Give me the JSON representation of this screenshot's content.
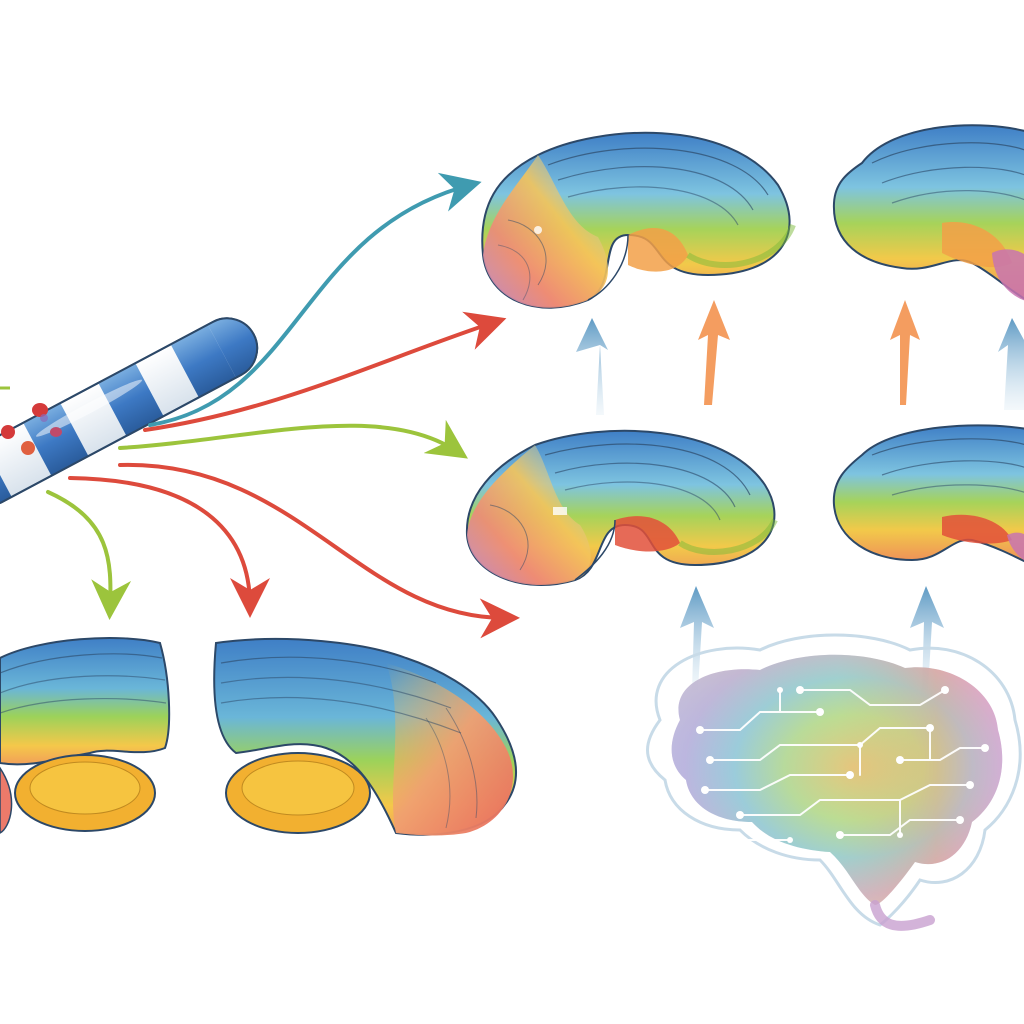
{
  "diagram": {
    "caption": "",
    "palette": {
      "blue": "#4a86c8",
      "teal": "#3f9bb0",
      "green": "#9cc43c",
      "yellow": "#f0c23c",
      "orange": "#f09440",
      "red": "#dd4a3c",
      "pink": "#e884a8",
      "purple": "#b48ad0",
      "outline": "#2c4868",
      "arrow_blue": "#6aa6c6",
      "arrow_orange": "#f0a060"
    },
    "nodes": [
      {
        "id": "source-tube",
        "icon": "striped-tube-icon"
      },
      {
        "id": "brain-slice-top-left",
        "icon": "hippocampus-slice-icon"
      },
      {
        "id": "brain-slice-top-right",
        "icon": "hippocampus-slice-icon"
      },
      {
        "id": "brain-slice-mid-left",
        "icon": "hippocampus-slice-icon"
      },
      {
        "id": "brain-slice-mid-right",
        "icon": "hippocampus-slice-icon"
      },
      {
        "id": "brain-block-bottom-left",
        "icon": "cerebellum-block-icon"
      },
      {
        "id": "brain-block-bottom-center",
        "icon": "cerebellum-block-icon"
      },
      {
        "id": "neural-brain",
        "icon": "circuit-brain-icon"
      }
    ],
    "connections": [
      {
        "from": "source-tube",
        "to": "brain-slice-top-left",
        "color": "teal"
      },
      {
        "from": "source-tube",
        "to": "brain-slice-top-left",
        "color": "red"
      },
      {
        "from": "source-tube",
        "to": "brain-slice-mid-left",
        "color": "green"
      },
      {
        "from": "source-tube",
        "to": "brain-block-bottom-left",
        "color": "green"
      },
      {
        "from": "source-tube",
        "to": "brain-block-bottom-center",
        "color": "red"
      },
      {
        "from": "source-tube",
        "to": "neural-brain",
        "color": "red"
      },
      {
        "from": "brain-slice-mid-left",
        "to": "brain-slice-top-left",
        "color": "arrow_blue"
      },
      {
        "from": "brain-slice-mid-left",
        "to": "brain-slice-top-left",
        "color": "arrow_orange"
      },
      {
        "from": "brain-slice-mid-right",
        "to": "brain-slice-top-right",
        "color": "arrow_orange"
      },
      {
        "from": "brain-slice-mid-right",
        "to": "brain-slice-top-right",
        "color": "arrow_blue"
      },
      {
        "from": "neural-brain",
        "to": "brain-slice-mid-left",
        "color": "arrow_blue"
      },
      {
        "from": "neural-brain",
        "to": "brain-slice-mid-right",
        "color": "arrow_blue"
      }
    ]
  }
}
